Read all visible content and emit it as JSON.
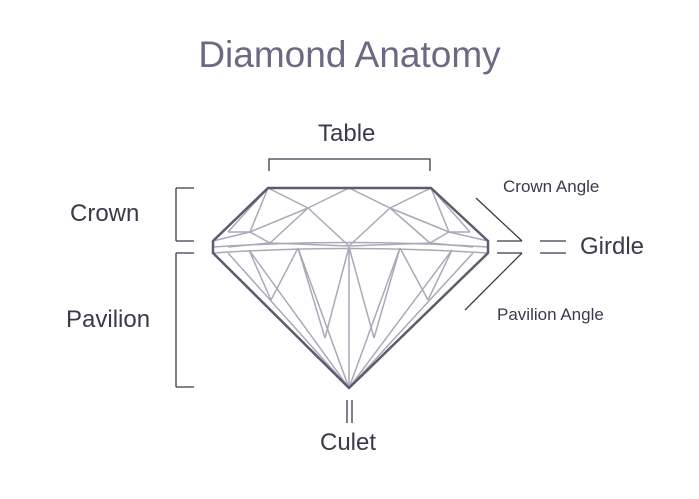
{
  "title": "Diamond Anatomy",
  "labels": {
    "table": "Table",
    "crown": "Crown",
    "pavilion": "Pavilion",
    "girdle": "Girdle",
    "crown_angle": "Crown Angle",
    "pavilion_angle": "Pavilion Angle",
    "culet": "Culet"
  },
  "colors": {
    "outline": "#5c5c6e",
    "facet": "#a9a9b9",
    "annotation": "#3a3a4a",
    "title": "#6b6a82"
  }
}
